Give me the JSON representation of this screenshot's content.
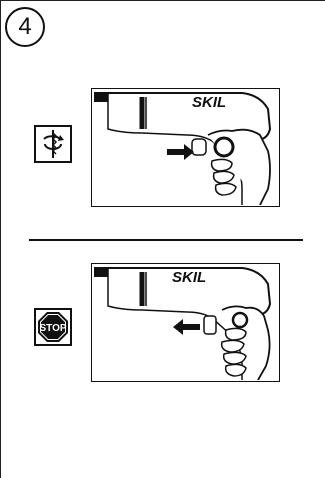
{
  "step": {
    "number": "4"
  },
  "illustrations": [
    {
      "brand": "SKIL",
      "arrow_direction": "right"
    },
    {
      "brand": "SKIL",
      "arrow_direction": "left"
    }
  ],
  "icons": {
    "rotation": "rotation-direction-icon",
    "stop": "stop-sign-icon",
    "stop_text": "STOP"
  }
}
